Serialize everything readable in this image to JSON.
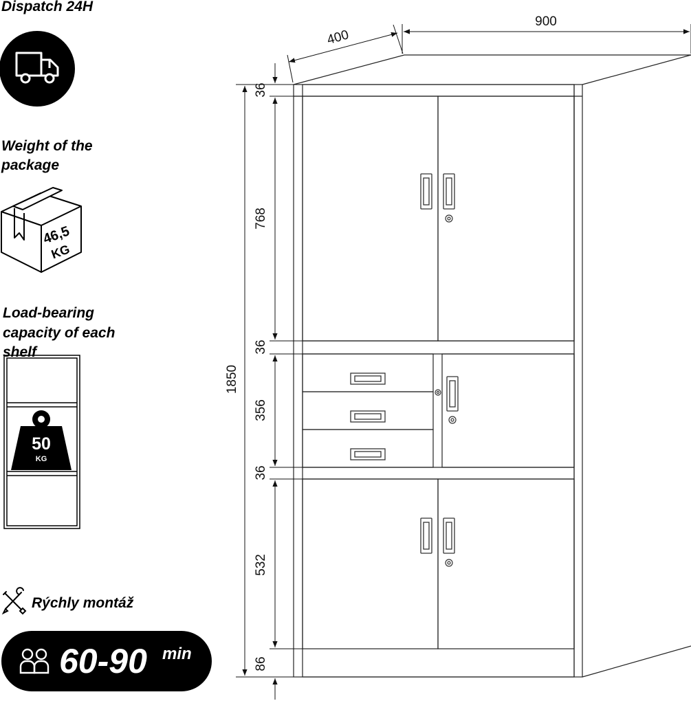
{
  "features": {
    "dispatch_label": "Dispatch 24H",
    "weight_label_line1": "Weight of the",
    "weight_label_line2": "package",
    "weight_value": "46,5",
    "weight_unit": "KG",
    "load_label_line1": "Load-bearing",
    "load_label_line2": "capacity of each",
    "load_label_line3": "shelf",
    "load_value": "50",
    "load_unit": "KG",
    "assembly_label": "Rýchly montáž",
    "assembly_time": "60-90",
    "assembly_unit": "min"
  },
  "dimensions": {
    "depth": "400",
    "width": "900",
    "total_height": "1850",
    "top_plinth": "36",
    "upper_doors": "768",
    "shelf_1": "36",
    "middle_section": "356",
    "shelf_2": "36",
    "lower_doors": "532",
    "base_plinth": "86"
  }
}
